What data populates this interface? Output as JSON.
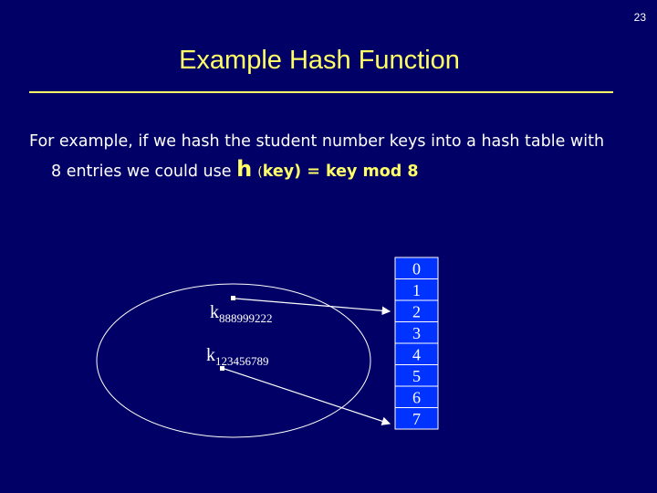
{
  "slide": {
    "number": "23",
    "title": "Example Hash Function"
  },
  "body": {
    "line1": "For example, if we hash the student number keys into a hash table with",
    "line2_prefix": "8 entries we could use ",
    "formula_h": "h",
    "formula_paren": "(",
    "formula_rest": "key) = key mod 8"
  },
  "diagram": {
    "keys": [
      {
        "prefix": "k",
        "subscript": "888999222",
        "maps_to_slot": 2
      },
      {
        "prefix": "k",
        "subscript": "123456789",
        "maps_to_slot": 7
      }
    ],
    "table_slots": [
      "0",
      "1",
      "2",
      "3",
      "4",
      "5",
      "6",
      "7"
    ],
    "colors": {
      "background": "#000066",
      "title": "#ffff66",
      "text": "#ffffff",
      "table_cell": "#0033ff",
      "lines": "#ffffff"
    }
  }
}
